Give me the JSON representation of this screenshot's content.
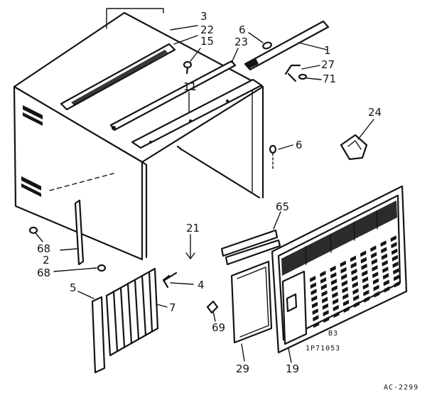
{
  "labels": {
    "l3": "3",
    "l22": "22",
    "l15": "15",
    "l6a": "6",
    "l1": "1",
    "l23": "23",
    "l27": "27",
    "l71": "71",
    "l11": "11",
    "l24": "24",
    "l6b": "6",
    "l65": "65",
    "l21": "21",
    "l68a": "68",
    "l2": "2",
    "l68b": "68",
    "l5": "5",
    "l7": "7",
    "l4": "4",
    "l69": "69",
    "l29": "29",
    "l19": "19"
  },
  "grille_text": {
    "model_mark": "B3",
    "part_code": "1P71053"
  },
  "drawing_code": "AC-2299"
}
